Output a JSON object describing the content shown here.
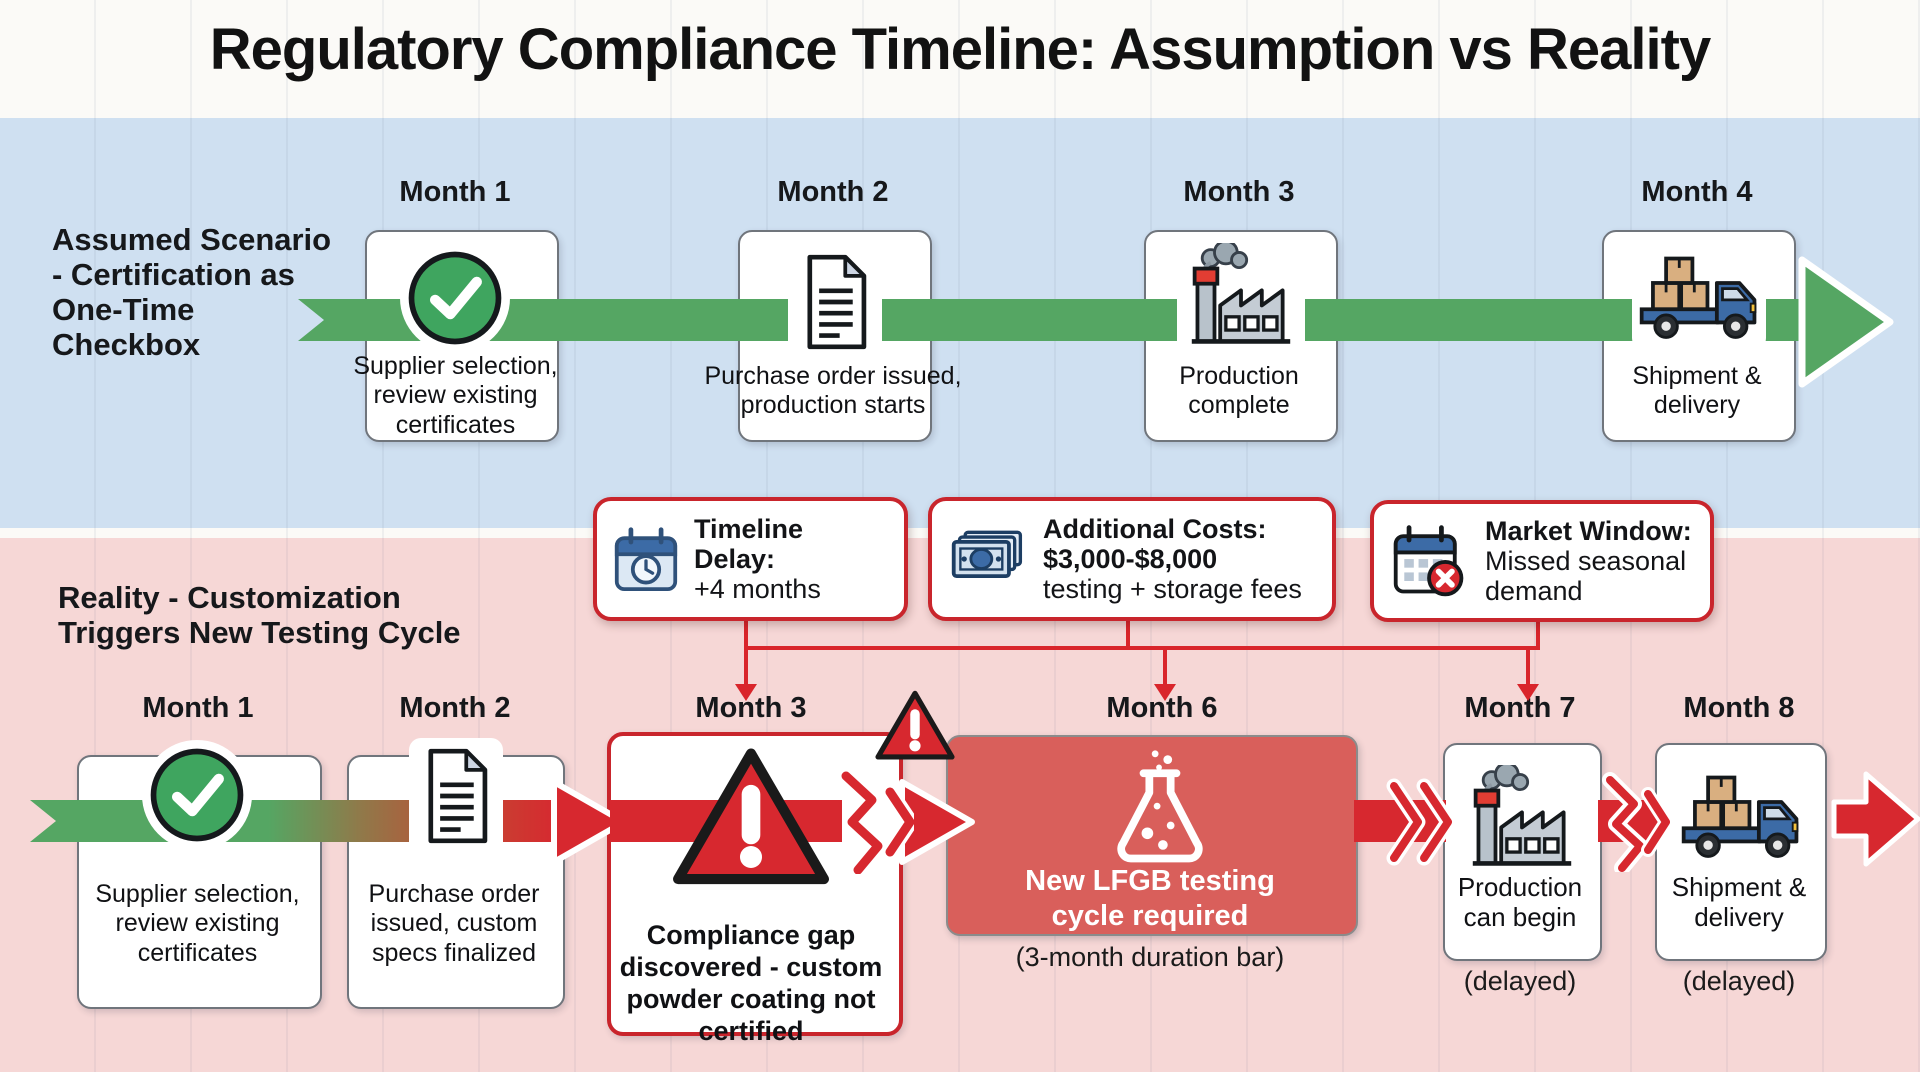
{
  "title": "Regulatory Compliance Timeline: Assumption vs Reality",
  "assumed": {
    "label": "Assumed Scenario - Certification as One-Time Checkbox",
    "steps": [
      {
        "month": "Month 1",
        "icon": "check-circle-icon",
        "text": "Supplier selection, review existing certificates"
      },
      {
        "month": "Month 2",
        "icon": "document-icon",
        "text": "Purchase order issued, production starts"
      },
      {
        "month": "Month 3",
        "icon": "factory-icon",
        "text": "Production complete"
      },
      {
        "month": "Month 4",
        "icon": "truck-icon",
        "text": "Shipment & delivery"
      }
    ]
  },
  "callouts": [
    {
      "icon": "calendar-clock-icon",
      "title": "Timeline Delay:",
      "detail": "+4 months"
    },
    {
      "icon": "money-icon",
      "title": "Additional Costs:",
      "amount": "$3,000-$8,000",
      "detail": "testing + storage fees"
    },
    {
      "icon": "calendar-x-icon",
      "title": "Market Window:",
      "detail": "Missed seasonal demand"
    }
  ],
  "reality": {
    "label": "Reality - Customization Triggers New Testing Cycle",
    "steps": [
      {
        "month": "Month 1",
        "icon": "check-circle-icon",
        "text": "Supplier selection, review existing certificates"
      },
      {
        "month": "Month 2",
        "icon": "document-icon",
        "text": "Purchase order issued, custom specs finalized"
      },
      {
        "month": "Month 3",
        "icon": "warning-triangle-icon",
        "text": "Compliance gap discovered - custom powder coating not certified"
      },
      {
        "month": "Month 6",
        "icon": "flask-icon",
        "text": "New LFGB testing cycle required",
        "caption": "(3-month duration bar)"
      },
      {
        "month": "Month 7",
        "icon": "factory-icon",
        "text": "Production can begin",
        "caption": "(delayed)"
      },
      {
        "month": "Month 8",
        "icon": "truck-icon",
        "text": "Shipment & delivery",
        "caption": "(delayed)"
      }
    ]
  },
  "colors": {
    "timeline_green": "#55a663",
    "alert_red": "#d7282f",
    "assumed_bg": "#cfe0f1",
    "reality_bg": "#f6d7d6",
    "testing_bar_fill": "#d95f5b"
  }
}
